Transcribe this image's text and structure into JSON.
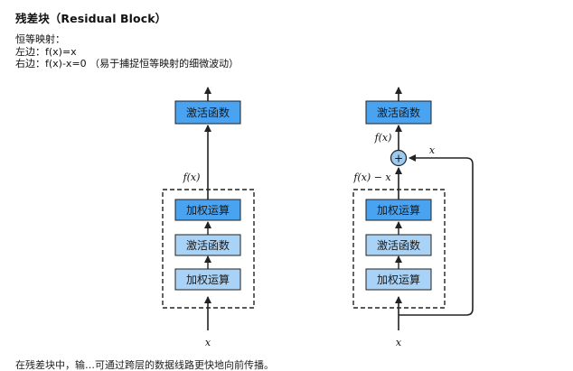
{
  "heading": "残差块（Residual Block）",
  "intro": {
    "line1": "恒等映射：",
    "line2": "左边：f(x)=x",
    "line3": "右边：f(x)-x=0 （易于捕捉恒等映射的细微波动）"
  },
  "left_diagram": {
    "input_label": "x",
    "output_label": "f(x)",
    "top_box": "激活函数",
    "inner_boxes": [
      "加权运算",
      "激活函数",
      "加权运算"
    ]
  },
  "right_diagram": {
    "input_label": "x",
    "residual_label": "f(x) − x",
    "fx_label": "f(x)",
    "skip_label": "x",
    "sum_symbol": "+",
    "top_box": "激活函数",
    "inner_boxes": [
      "加权运算",
      "激活函数",
      "加权运算"
    ]
  },
  "colors": {
    "dark_box": "#4aa3f0",
    "light_box": "#a9d2f7",
    "sum_node": "#9cc9ef"
  },
  "footer_partial": "在残差块中，输…可通过跨层的数据线路更快地向前传播。"
}
